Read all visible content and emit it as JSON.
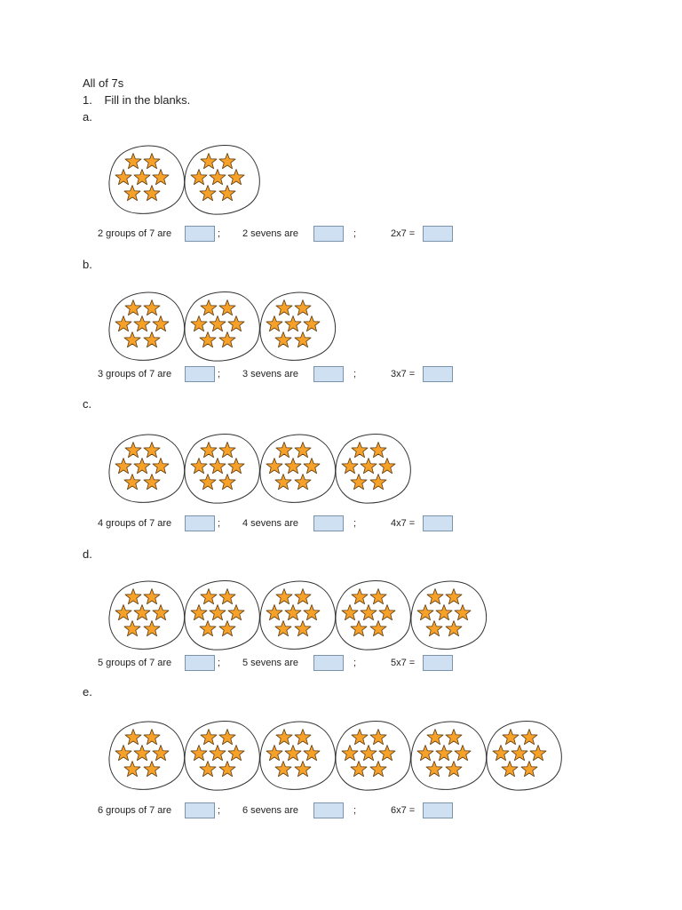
{
  "worksheet": {
    "title": "All of 7s",
    "instruction_number": "1.",
    "instruction_text": "Fill in the blanks."
  },
  "star_color": "#f7a128",
  "star_outline_color": "#5a3a10",
  "blank_fill_color": "#cfe0f3",
  "sections": [
    {
      "label": "a.",
      "groups": 2,
      "stars_per_group": 7,
      "groups_text": "2 groups of 7 are",
      "sevens_text": "2 sevens are",
      "semicolon": ";",
      "equation": "2x7 ="
    },
    {
      "label": "b.",
      "groups": 3,
      "stars_per_group": 7,
      "groups_text": "3 groups of 7 are",
      "sevens_text": "3 sevens are",
      "semicolon": ";",
      "equation": "3x7 ="
    },
    {
      "label": "c.",
      "groups": 4,
      "stars_per_group": 7,
      "groups_text": "4 groups of 7 are",
      "sevens_text": "4 sevens are",
      "semicolon": ";",
      "equation": "4x7 ="
    },
    {
      "label": "d.",
      "groups": 5,
      "stars_per_group": 7,
      "groups_text": "5 groups of 7 are",
      "sevens_text": "5 sevens are",
      "semicolon": ";",
      "equation": "5x7 ="
    },
    {
      "label": "e.",
      "groups": 6,
      "stars_per_group": 7,
      "groups_text": "6 groups of 7 are",
      "sevens_text": "6 sevens are",
      "semicolon": ";",
      "equation": "6x7 ="
    }
  ]
}
